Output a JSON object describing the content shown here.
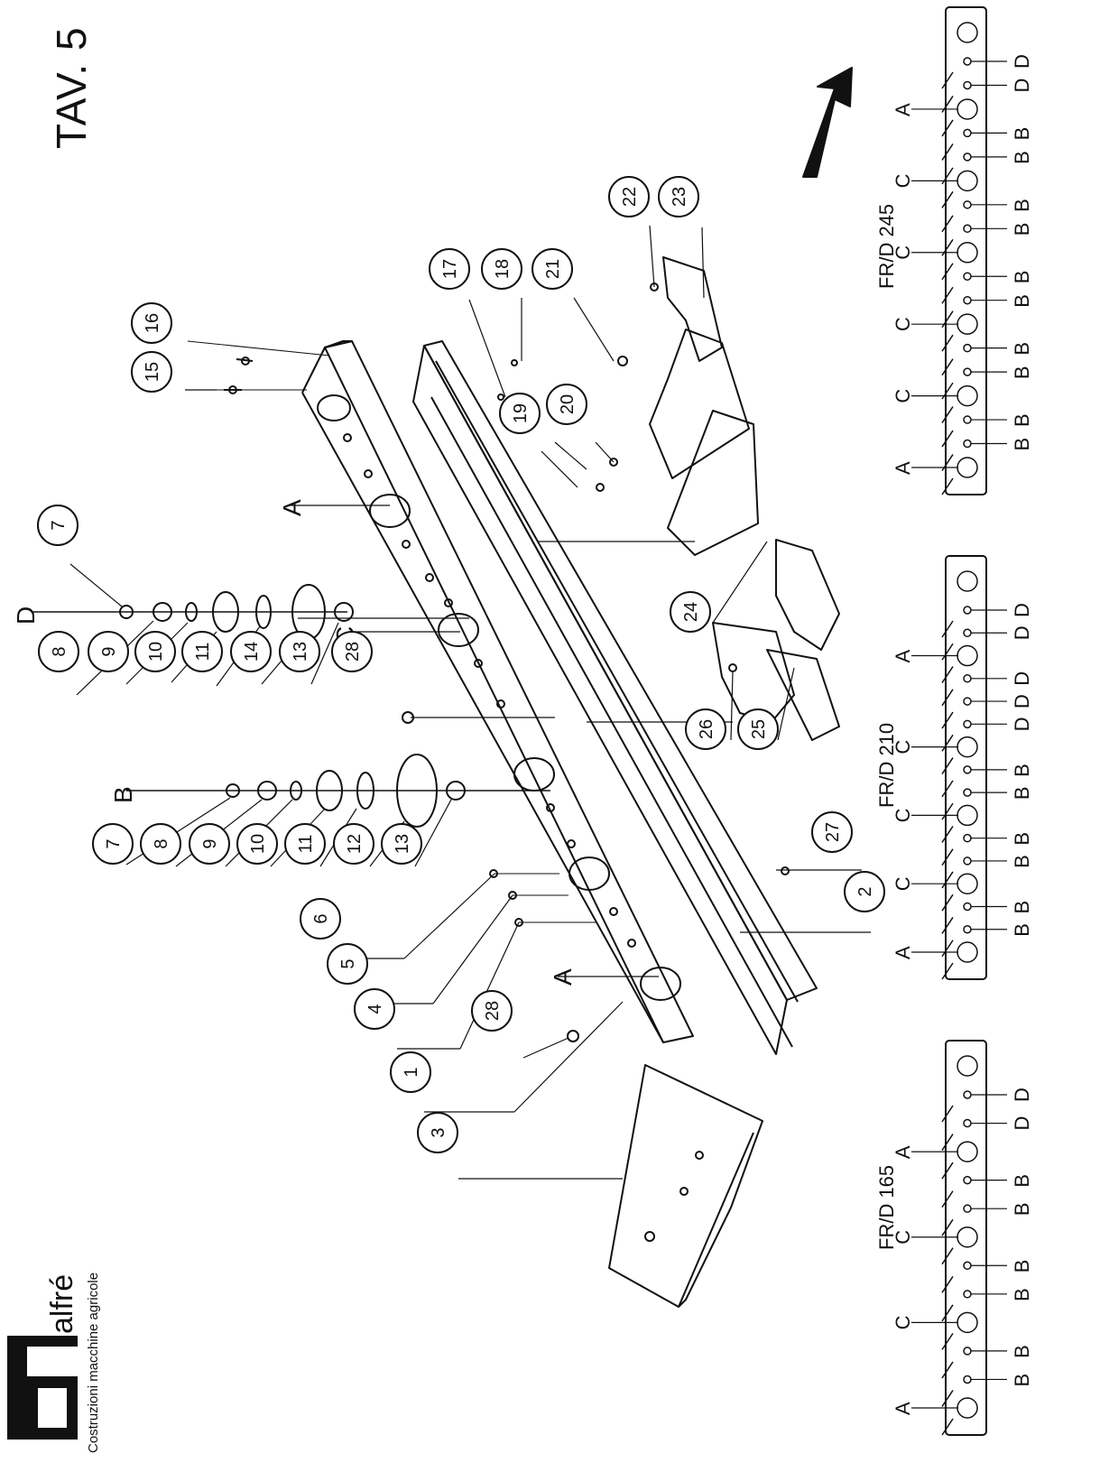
{
  "header": {
    "title": "TAV. 5",
    "brand": "alfré",
    "tagline": "Costruzioni macchine agricole"
  },
  "callouts": {
    "n1": "1",
    "n2": "2",
    "n3": "3",
    "n4": "4",
    "n5": "5",
    "n6": "6",
    "n7a": "7",
    "n7b": "7",
    "n8a": "8",
    "n8b": "8",
    "n9a": "9",
    "n9b": "9",
    "n10a": "10",
    "n10b": "10",
    "n11a": "11",
    "n11b": "11",
    "n12": "12",
    "n13a": "13",
    "n13b": "13",
    "n14": "14",
    "n15": "15",
    "n16": "16",
    "n17": "17",
    "n18": "18",
    "n19": "19",
    "n20": "20",
    "n21": "21",
    "n22": "22",
    "n23": "23",
    "n24": "24",
    "n25": "25",
    "n26": "26",
    "n27": "27",
    "n28a": "28",
    "n28b": "28"
  },
  "hole_letters": {
    "a_top": "A",
    "a_bottom": "A",
    "c_plate": "C",
    "d_shaft": "D",
    "b_shaft": "B"
  },
  "layouts": [
    {
      "model": "FR/D 165",
      "sequence": [
        "A",
        "B",
        "B",
        "C",
        "B",
        "B",
        "C",
        "B",
        "B",
        "A",
        "D",
        "D"
      ]
    },
    {
      "model": "FR/D 210",
      "sequence": [
        "A",
        "B",
        "B",
        "C",
        "B",
        "B",
        "C",
        "B",
        "B",
        "C",
        "D",
        "D",
        "D",
        "A",
        "D",
        "D"
      ]
    },
    {
      "model": "FR/D 245",
      "sequence": [
        "A",
        "B",
        "B",
        "C",
        "B",
        "B",
        "C",
        "B",
        "B",
        "C",
        "B",
        "B",
        "C",
        "B",
        "B",
        "A",
        "D",
        "D"
      ]
    }
  ],
  "colors": {
    "ink": "#111111",
    "paper": "#ffffff"
  },
  "icons": {
    "direction": "arrow-icon",
    "gear": "gear-icon",
    "logo": "logo-icon"
  }
}
